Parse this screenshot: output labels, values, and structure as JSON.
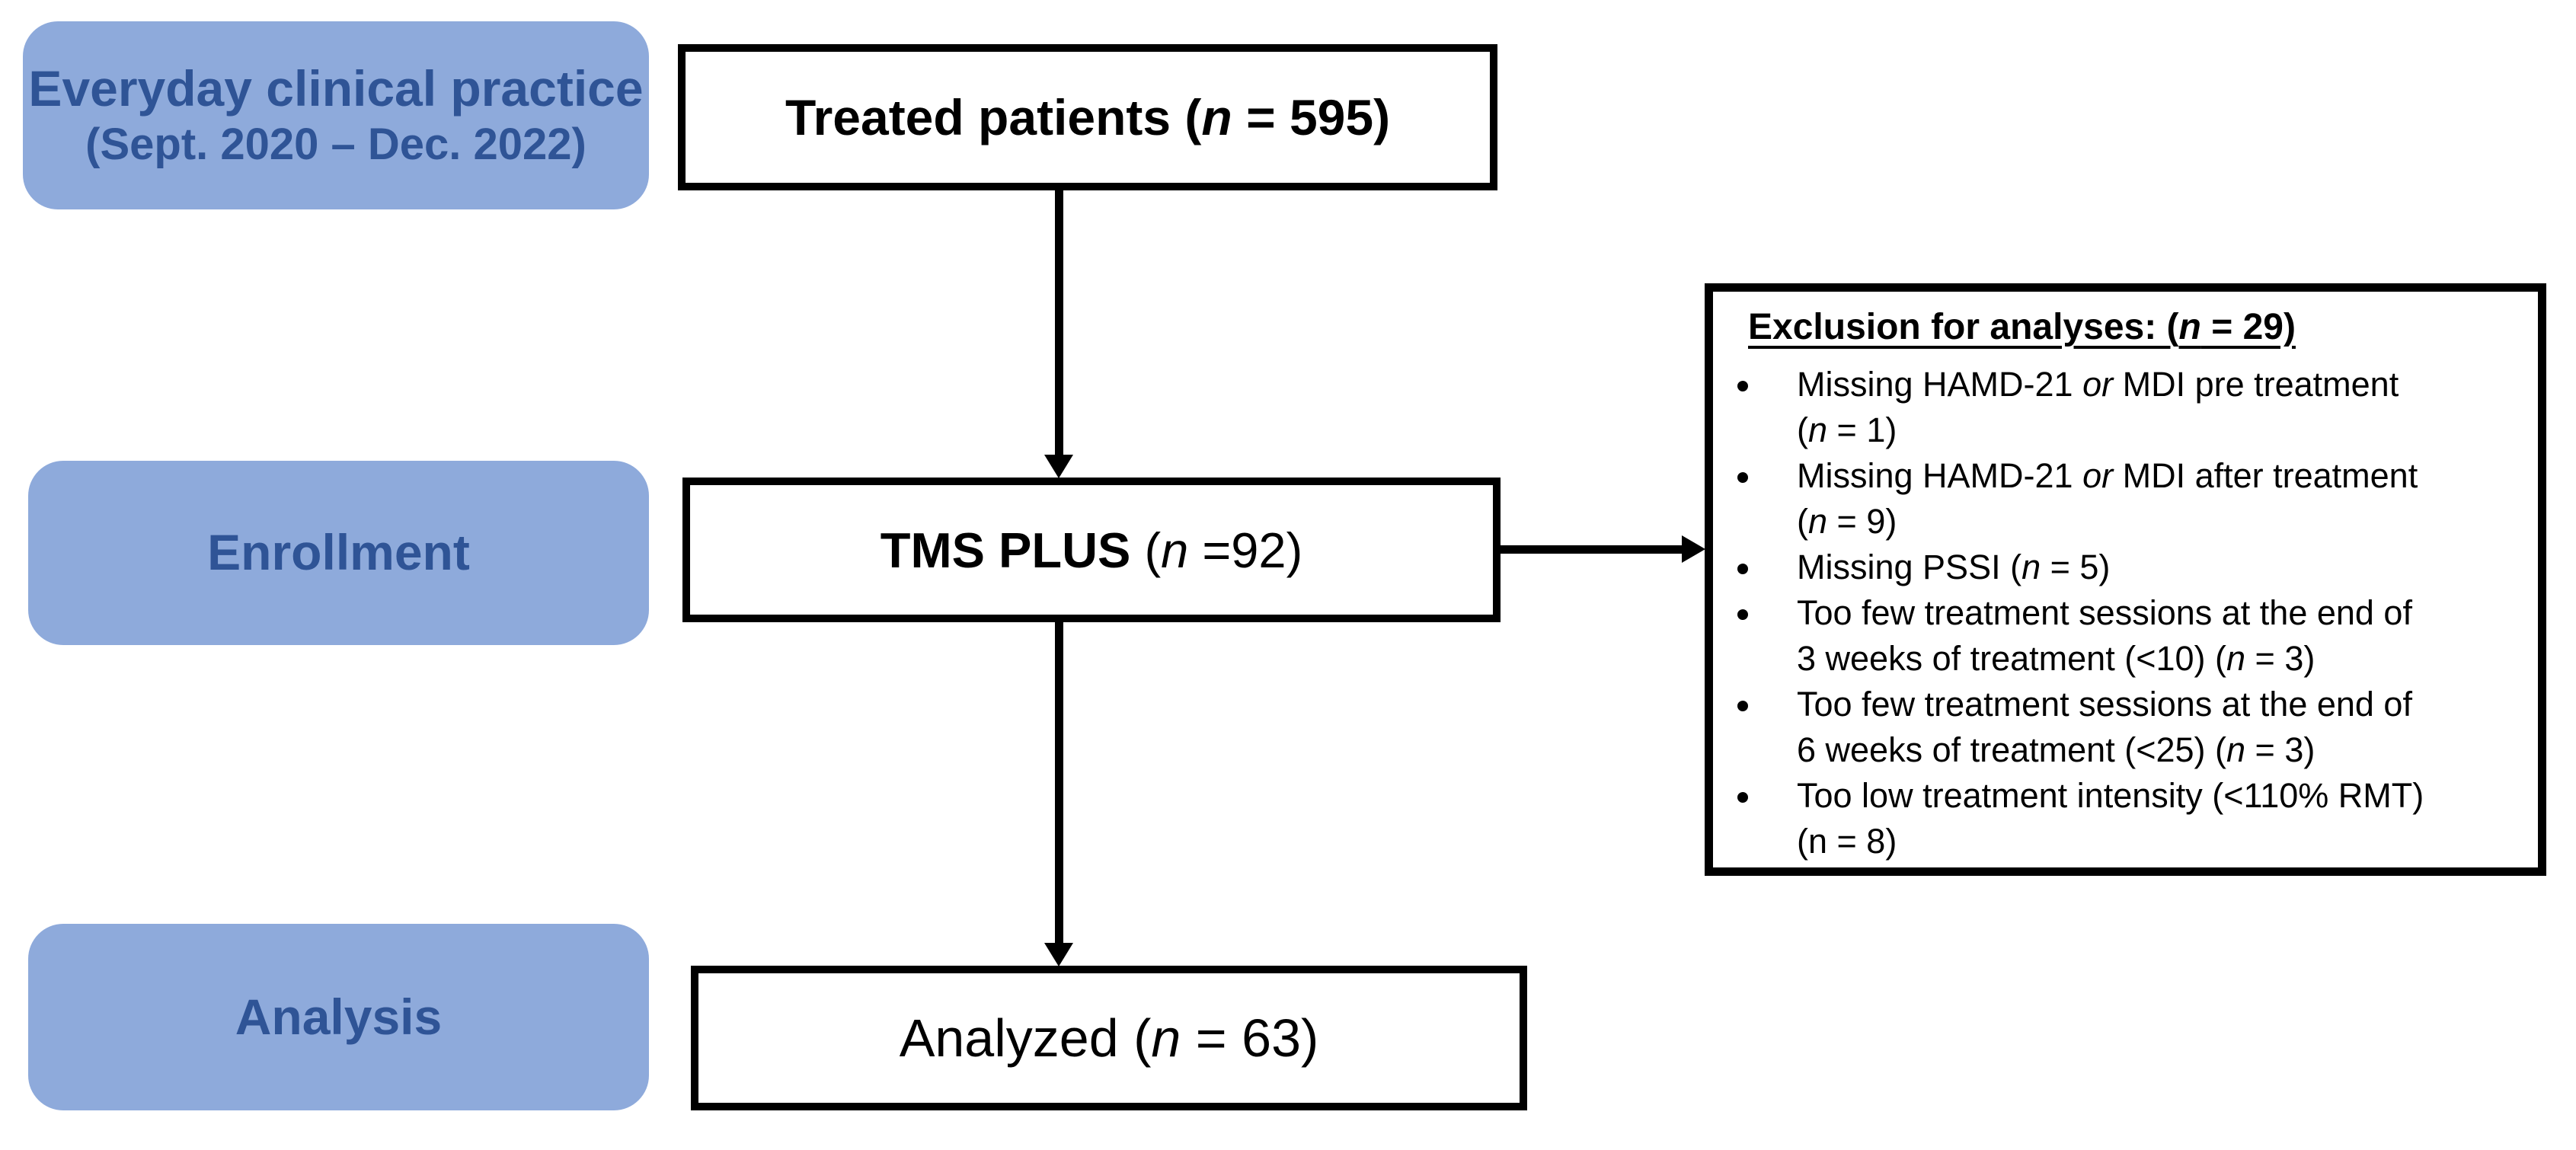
{
  "colors": {
    "blue_fill": "#8EAADB",
    "blue_text": "#2F5496",
    "line": "#000000",
    "box_bg": "#FFFFFF"
  },
  "stage_labels": {
    "practice_line1": "Everyday clinical practice",
    "practice_line2": "(Sept. 2020 – Dec. 2022)",
    "enrollment": "Enrollment",
    "analysis": "Analysis"
  },
  "flow_boxes": {
    "treated": {
      "segments": [
        {
          "t": "Treated patients ("
        },
        {
          "t": "n",
          "i": true
        },
        {
          "t": " = 595)"
        }
      ]
    },
    "tms": {
      "segments": [
        {
          "t": "TMS PLUS ",
          "b": true
        },
        {
          "t": "("
        },
        {
          "t": "n",
          "i": true
        },
        {
          "t": " =92)"
        }
      ]
    },
    "analyzed": {
      "segments": [
        {
          "t": "Analyzed ("
        },
        {
          "t": "n",
          "i": true
        },
        {
          "t": " = 63)"
        }
      ]
    }
  },
  "exclusion": {
    "title_segments": [
      {
        "t": "Exclusion for analyses: ("
      },
      {
        "t": "n",
        "i": true
      },
      {
        "t": " = 29)"
      }
    ],
    "bullets": [
      {
        "segments": [
          {
            "t": "Missing HAMD-21 "
          },
          {
            "t": "or",
            "i": true
          },
          {
            "t": " MDI pre treatment"
          },
          {
            "br": true
          },
          {
            "t": "("
          },
          {
            "t": "n",
            "i": true
          },
          {
            "t": " = 1)"
          }
        ]
      },
      {
        "segments": [
          {
            "t": "Missing HAMD-21 "
          },
          {
            "t": "or",
            "i": true
          },
          {
            "t": " MDI after treatment"
          },
          {
            "br": true
          },
          {
            "t": "("
          },
          {
            "t": "n",
            "i": true
          },
          {
            "t": " = 9)"
          }
        ]
      },
      {
        "segments": [
          {
            "t": "Missing PSSI ("
          },
          {
            "t": "n",
            "i": true
          },
          {
            "t": " = 5)"
          }
        ]
      },
      {
        "segments": [
          {
            "t": "Too few treatment sessions at the end of"
          },
          {
            "br": true
          },
          {
            "t": "3 weeks of treatment (<10) ("
          },
          {
            "t": "n",
            "i": true
          },
          {
            "t": " = 3)"
          }
        ]
      },
      {
        "segments": [
          {
            "t": "Too few treatment sessions at the end of"
          },
          {
            "br": true
          },
          {
            "t": "6 weeks of treatment (<25) ("
          },
          {
            "t": "n",
            "i": true
          },
          {
            "t": " = 3)"
          }
        ]
      },
      {
        "segments": [
          {
            "t": "Too low treatment intensity (<110% RMT)"
          },
          {
            "br": true
          },
          {
            "t": "(n = 8)"
          }
        ]
      }
    ]
  }
}
